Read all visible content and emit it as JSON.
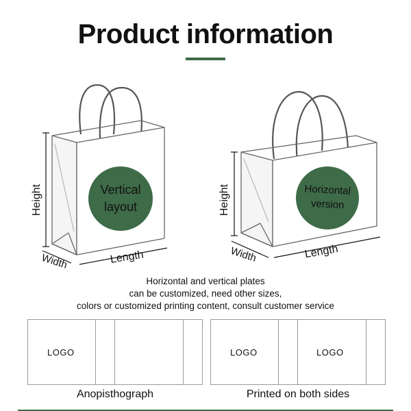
{
  "header": {
    "title": "Product information",
    "accent_color": "#3e6b48"
  },
  "bags": {
    "vertical": {
      "label_line1": "Vertical",
      "label_line2": "layout",
      "height_label": "Height",
      "width_label": "Width",
      "length_label": "Length"
    },
    "horizontal": {
      "label_line1": "Horizontal",
      "label_line2": "version",
      "height_label": "Height",
      "width_label": "Width",
      "length_label": "Length"
    },
    "circle_color": "#3e6b48"
  },
  "description": {
    "line1": "Horizontal and vertical plates",
    "line2": "can be customized, need other sizes,",
    "line3": "colors or customized printing content, consult customer service"
  },
  "layouts": {
    "single": {
      "logo": "LOGO",
      "caption": "Anopisthograph"
    },
    "double": {
      "logo_left": "LOGO",
      "logo_right": "LOGO",
      "caption": "Printed on both sides"
    }
  }
}
